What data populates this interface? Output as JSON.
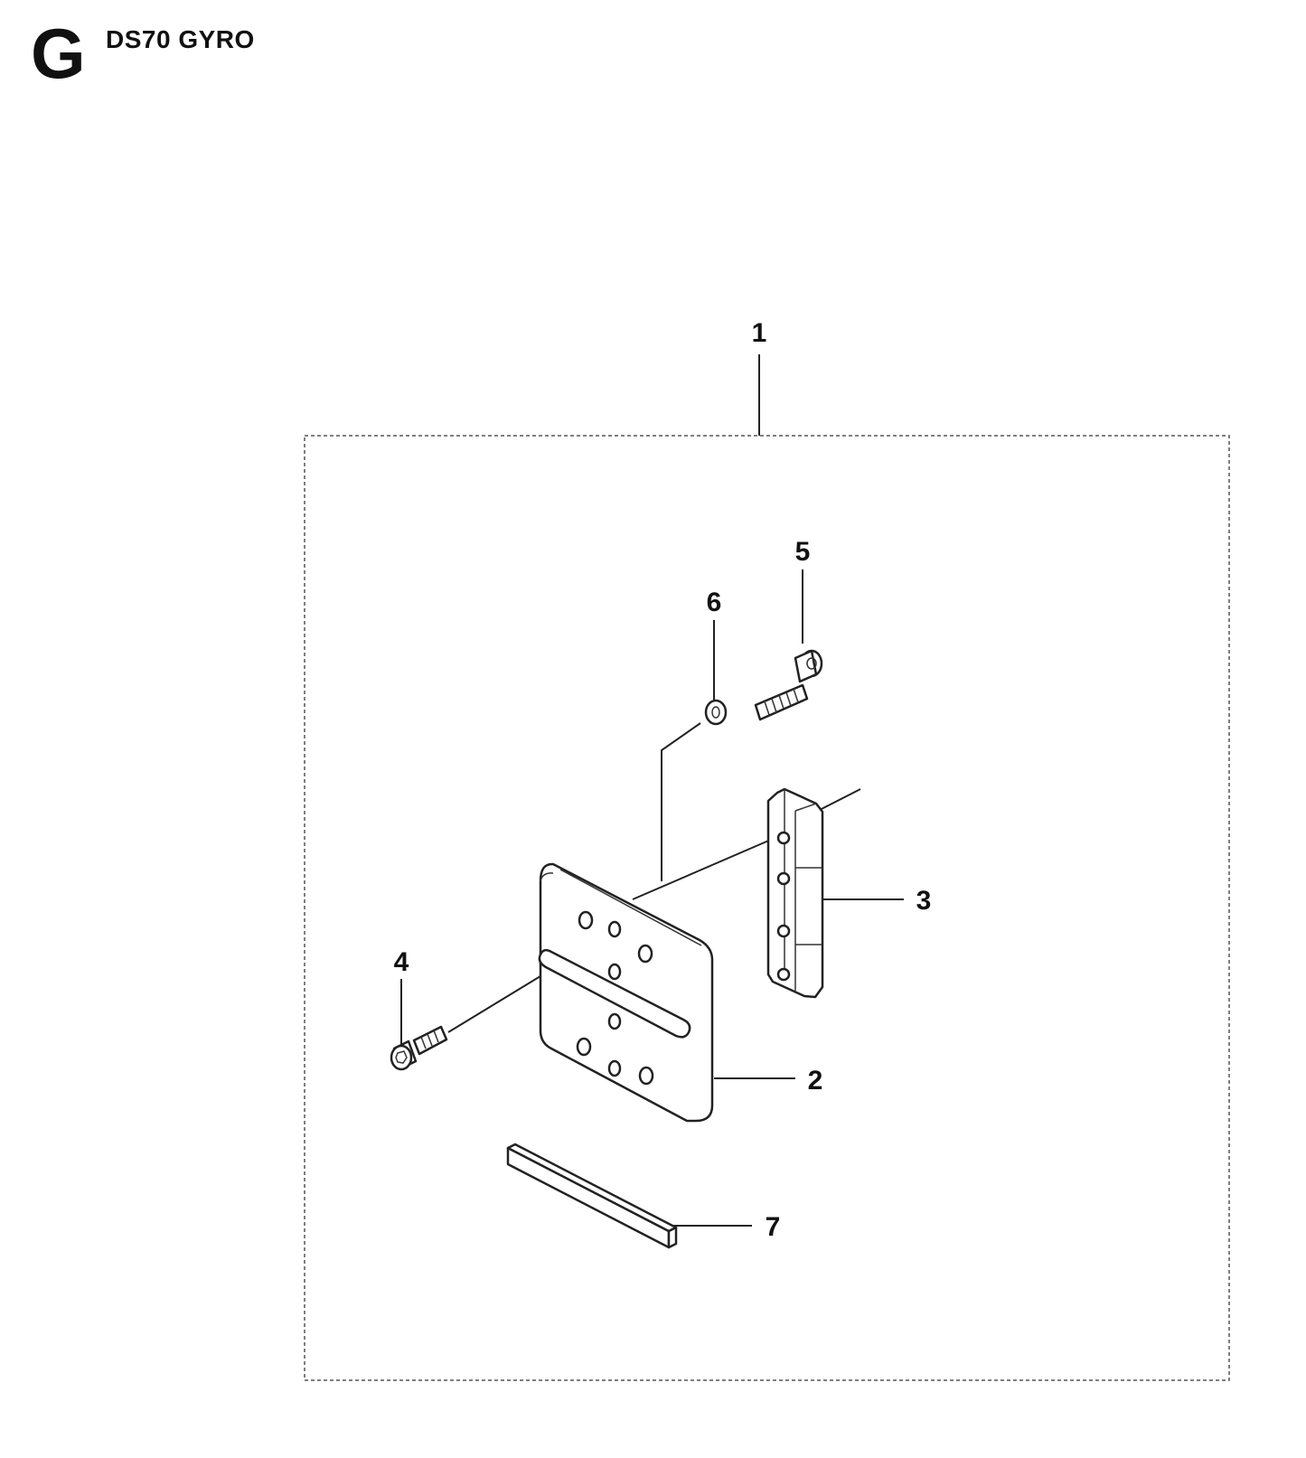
{
  "header": {
    "section_letter": "G",
    "title": "DS70 GYRO"
  },
  "callouts": {
    "assembly": "1",
    "plate": "2",
    "rail": "3",
    "screw_left": "4",
    "screw_top": "5",
    "washer": "6",
    "key": "7"
  }
}
